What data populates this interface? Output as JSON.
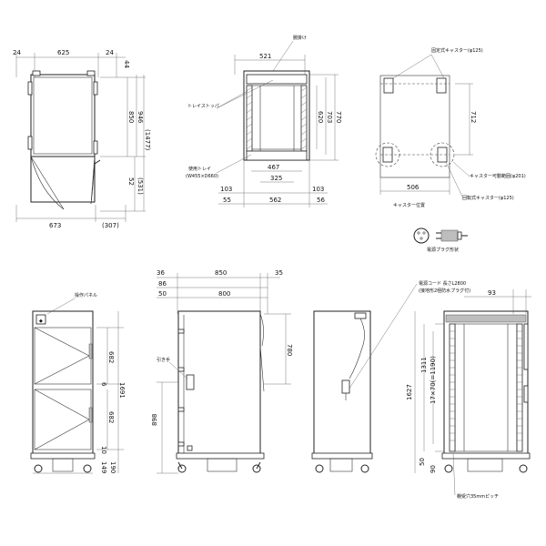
{
  "view1": {
    "w24a": "24",
    "w625": "625",
    "w24b": "24",
    "h44": "44",
    "h850": "850",
    "h946": "946",
    "h1477": "(1477)",
    "h52": "52",
    "h531": "(531)",
    "w673": "673",
    "w307": "(307)"
  },
  "view2": {
    "tray_rail": "腕掛け",
    "tray_stopper": "トレイストッパ",
    "tray_use": "使用トレイ",
    "tray_size": "(W455×D660)",
    "w521": "521",
    "w467": "467",
    "w325": "325",
    "w562": "562",
    "w103a": "103",
    "w103b": "103",
    "w55": "55",
    "w56": "56",
    "h620": "620",
    "h703": "703",
    "h770": "770"
  },
  "view3": {
    "fixed_caster": "固定式キャスター(φ125)",
    "swivel_range": "キャスター可動範囲(φ201)",
    "swivel_caster": "回転式キャスター(φ125)",
    "caster_pos": "キャスター位置",
    "h712": "712",
    "w506": "506",
    "plug": "電源プラグ形状"
  },
  "view4": {
    "panel": "操作パネル",
    "h682a": "682",
    "h682b": "682",
    "h6": "6",
    "h1691": "1691",
    "h10": "10",
    "h149": "149",
    "h190": "190"
  },
  "view5": {
    "w36": "36",
    "w850": "850",
    "w35": "35",
    "w86": "86",
    "w50": "50",
    "w800": "800",
    "h780": "780",
    "h898": "898",
    "handle": "引き手"
  },
  "view6": {
    "cord": "電源コード 長さL2800",
    "cord_note": "(接地形2極防水プラグ付)"
  },
  "view7": {
    "w93": "93",
    "h1311": "1311",
    "pitch_label": "17×70(=1190)",
    "h1627": "1627",
    "h50": "50",
    "h90": "90",
    "pitch_note": "棚受穴35mmピッチ"
  }
}
